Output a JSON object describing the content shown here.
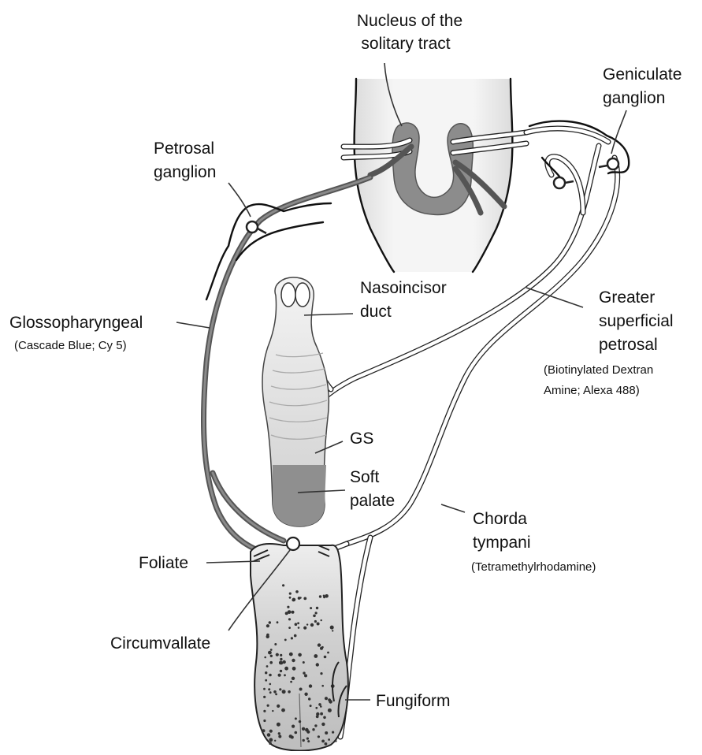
{
  "labels": {
    "nucleus": [
      "Nucleus of the",
      "solitary tract"
    ],
    "geniculate": [
      "Geniculate",
      "ganglion"
    ],
    "petrosal": [
      "Petrosal",
      "ganglion"
    ],
    "nasoincisor": [
      "Nasoincisor",
      "duct"
    ],
    "glossopharyngeal": "Glossopharyngeal",
    "glossopharyngeal_tracer": "(Cascade Blue; Cy 5)",
    "greater_superficial": [
      "Greater",
      "superficial",
      "petrosal"
    ],
    "greater_superficial_tracer": [
      "(Biotinylated Dextran",
      "Amine; Alexa 488)"
    ],
    "gs": "GS",
    "soft_palate": [
      "Soft",
      "palate"
    ],
    "chorda": [
      "Chorda",
      "tympani"
    ],
    "chorda_tracer": "(Tetramethylrhodamine)",
    "foliate": "Foliate",
    "circumvallate": "Circumvallate",
    "fungiform": "Fungiform"
  },
  "colors": {
    "brainstem": "#f0f0f0",
    "nucleus_fill": "#8c8c8c",
    "palate": "#e2e2e2",
    "soft_palate": "#8f8f8f",
    "tongue": "#d6d6d6",
    "glossopharyngeal_nerve": "#555555",
    "gsp_and_chorda_nerves": "#ffffff"
  }
}
